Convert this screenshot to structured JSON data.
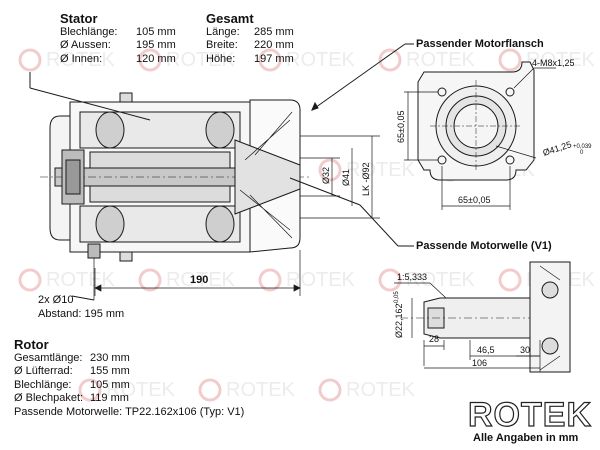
{
  "stator": {
    "title": "Stator",
    "rows": [
      {
        "key": "Blechlänge:",
        "value": "105 mm"
      },
      {
        "key": "Ø Aussen:",
        "value": "195 mm"
      },
      {
        "key": "Ø Innen:",
        "value": "120 mm"
      }
    ]
  },
  "gesamt": {
    "title": "Gesamt",
    "rows": [
      {
        "key": "Länge:",
        "value": "285 mm"
      },
      {
        "key": "Breite:",
        "value": "220 mm"
      },
      {
        "key": "Höhe:",
        "value": "197 mm"
      }
    ]
  },
  "rotor": {
    "title": "Rotor",
    "rows": [
      {
        "key": "Gesamtlänge:",
        "value": "230 mm"
      },
      {
        "key": "Ø Lüfterrad:",
        "value": "155 mm"
      },
      {
        "key": "Blechlänge:",
        "value": "105 mm"
      },
      {
        "key": "Ø Blechpaket:",
        "value": "119 mm"
      }
    ],
    "shaft_line": "Passende Motorwelle: TP22.162x106 (Typ: V1)"
  },
  "callouts": {
    "flansch": "Passender Motorflansch",
    "welle": "Passende Motorwelle (V1)",
    "bolts": "2x Ø10",
    "abstand": "Abstand: 195 mm"
  },
  "dimensions": {
    "d32": "Ø32",
    "d41": "Ø41",
    "lk92": "LK -Ø92",
    "len190": "190",
    "flange_thread": "4-M8x1,25",
    "flange_h": "65±0,05",
    "flange_w": "65±0,05",
    "flange_bore": "Ø41,25",
    "flange_bore_tol": "+0,039",
    "flange_bore_tol2": "0",
    "taper": "1:5,333",
    "shaft_d": "Ø22,162",
    "shaft_d_tol": "-0,05",
    "s28": "28",
    "s465": "46,5",
    "s30": "30",
    "s106": "106"
  },
  "brand": "ROTEK",
  "note": "Alle Angaben in mm",
  "watermark": "ROTEK"
}
